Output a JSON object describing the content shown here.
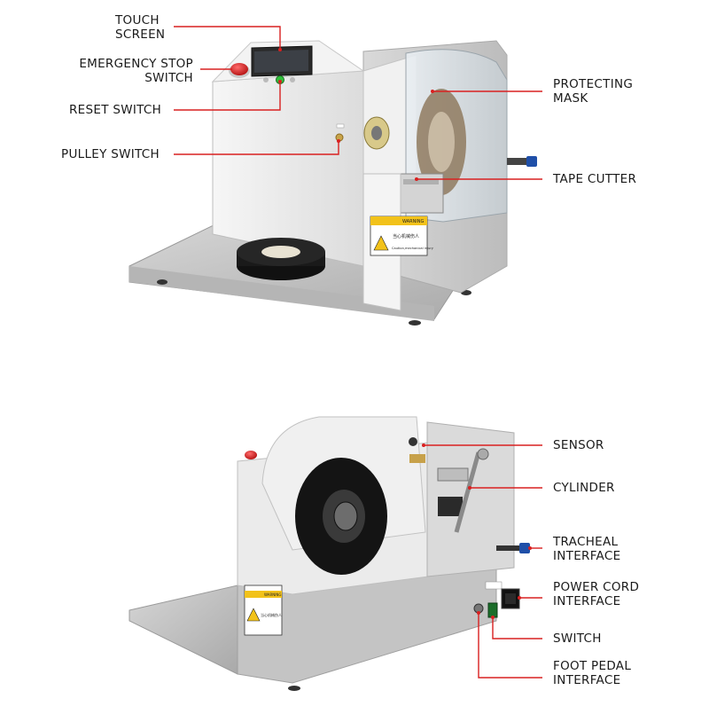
{
  "top_view": {
    "labels": {
      "touch_screen": [
        "TOUCH",
        "SCREEN"
      ],
      "emergency_stop": [
        "EMERGENCY STOP",
        "SWITCH"
      ],
      "reset_switch": [
        "RESET SWITCH"
      ],
      "pulley_switch": [
        "PULLEY SWITCH"
      ],
      "protecting_mask": [
        "PROTECTING",
        "MASK"
      ],
      "tape_cutter": [
        "TAPE CUTTER"
      ]
    },
    "warning_plate": {
      "title": "WARNING",
      "chinese": "当心机械伤人",
      "english": "Caution,mechanical injury"
    }
  },
  "bottom_view": {
    "labels": {
      "sensor": [
        "SENSOR"
      ],
      "cylinder": [
        "CYLINDER"
      ],
      "tracheal_interface": [
        "TRACHEAL",
        "INTERFACE"
      ],
      "power_cord": [
        "POWER CORD",
        "INTERFACE"
      ],
      "switch": [
        "SWITCH"
      ],
      "foot_pedal": [
        "FOOT PEDAL",
        "INTERFACE"
      ]
    },
    "warning_plate": {
      "title": "WARNING",
      "chinese": "当心机械伤人"
    }
  },
  "colors": {
    "callout": "#d92020",
    "machine_body": "#ededed",
    "base_plate": "#c8c8c8",
    "tape": "#1a1a1a"
  }
}
